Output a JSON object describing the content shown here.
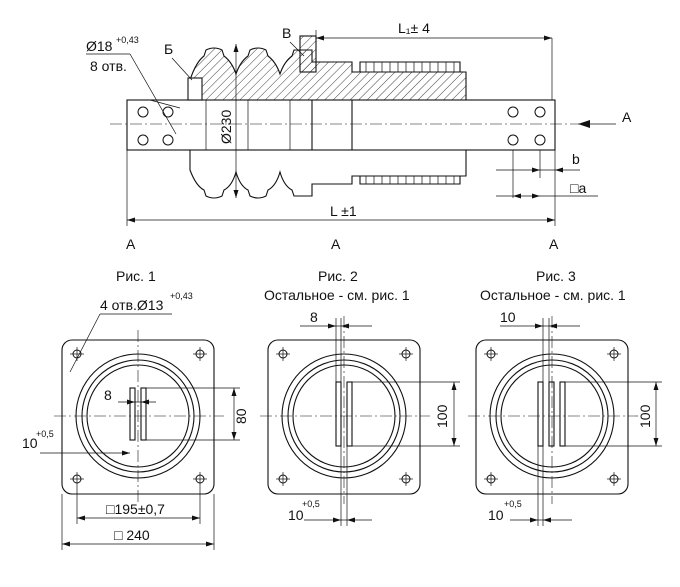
{
  "labels": {
    "phi18": "Ø18",
    "phi18_tol": "+0,43",
    "holes8": "8 отв.",
    "B_cyr": "Б",
    "V_cyr": "В",
    "L1": "L₁± 4",
    "A_arrow": "A",
    "phi230": "Ø230",
    "b": "b",
    "a_sq": "□a",
    "L": "L ±1",
    "A_left": "A",
    "A_mid": "A",
    "A_right": "A"
  },
  "figures": [
    {
      "title": "Рис. 1",
      "subtitle": "",
      "holes_note": "4 отв.Ø13",
      "holes_tol": "+0,43",
      "dim_gap": "8",
      "dim_height": "80",
      "dim_ten": "10",
      "dim_ten_tol": "+0,5",
      "dim_inner": "□195±0,7",
      "dim_outer": "□ 240"
    },
    {
      "title": "Рис. 2",
      "subtitle": "Остальное - см. рис. 1",
      "dim_gap": "8",
      "dim_height": "100",
      "dim_ten": "10",
      "dim_ten_tol": "+0,5"
    },
    {
      "title": "Рис. 3",
      "subtitle": "Остальное - см. рис. 1",
      "dim_gap": "10",
      "dim_height": "100",
      "dim_ten": "10",
      "dim_ten_tol": "+0,5"
    }
  ]
}
